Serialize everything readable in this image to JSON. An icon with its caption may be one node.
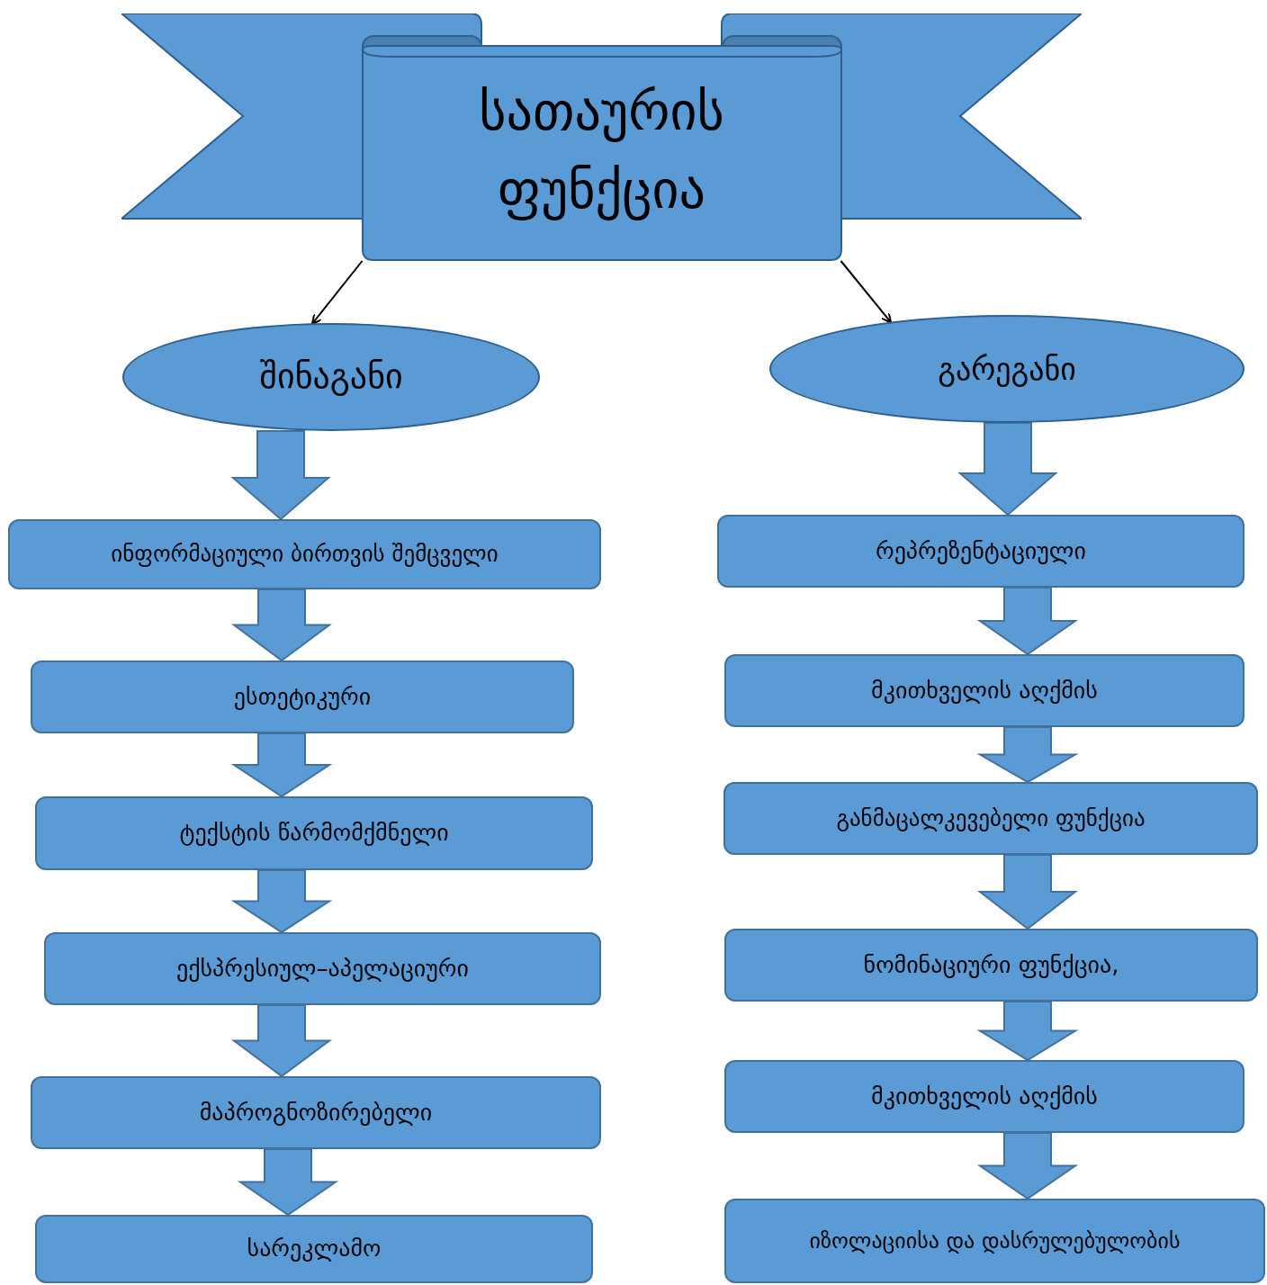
{
  "diagram": {
    "nodes": [
      {
        "text": [
          "სათაურის ფუნქცია"
        ]
      },
      {
        "text": [
          "შინაგანი"
        ]
      },
      {
        "text": [
          "გარეგანი"
        ]
      },
      {
        "text": [
          "ინფორმაციული ბირთვის შემცველი"
        ]
      },
      {
        "text": [
          "ესთეტიკური"
        ]
      },
      {
        "text": [
          "ტექსტის წარმომქმნელი"
        ]
      },
      {
        "text": [
          "ექსპრესიულ–აპელაციური"
        ]
      },
      {
        "text": [
          "მაპროგნოზირებელი"
        ]
      },
      {
        "text": [
          "სარეკლამო"
        ]
      },
      {
        "text": [
          "რეპრეზენტაციული"
        ]
      },
      {
        "text": [
          "მკითხველის აღქმის"
        ]
      },
      {
        "text": [
          "განმაცალკევებელი ფუნქცია"
        ]
      },
      {
        "text": [
          "ნომინაციური ფუნქცია,"
        ]
      },
      {
        "text": [
          "მკითხველის აღქმის"
        ]
      },
      {
        "text": [
          "იზოლაციისა და დასრულებულობის"
        ]
      }
    ],
    "edges": [
      {
        "from": 0,
        "to": 1,
        "arrow": "to"
      },
      {
        "from": 0,
        "to": 2,
        "arrow": "to"
      },
      {
        "from": 1,
        "to": 3,
        "arrow": "to",
        "style": "thick"
      },
      {
        "from": 3,
        "to": 4,
        "arrow": "to",
        "style": "thick"
      },
      {
        "from": 4,
        "to": 5,
        "arrow": "to",
        "style": "thick"
      },
      {
        "from": 5,
        "to": 6,
        "arrow": "to",
        "style": "thick"
      },
      {
        "from": 6,
        "to": 7,
        "arrow": "to",
        "style": "thick"
      },
      {
        "from": 7,
        "to": 8,
        "arrow": "to",
        "style": "thick"
      },
      {
        "from": 2,
        "to": 9,
        "arrow": "to",
        "style": "thick"
      },
      {
        "from": 9,
        "to": 10,
        "arrow": "to",
        "style": "thick"
      },
      {
        "from": 10,
        "to": 11,
        "arrow": "to",
        "style": "thick"
      },
      {
        "from": 11,
        "to": 12,
        "arrow": "to",
        "style": "thick"
      },
      {
        "from": 12,
        "to": 13,
        "arrow": "to",
        "style": "thick"
      },
      {
        "from": 13,
        "to": 14,
        "arrow": "to",
        "style": "thick"
      }
    ]
  }
}
